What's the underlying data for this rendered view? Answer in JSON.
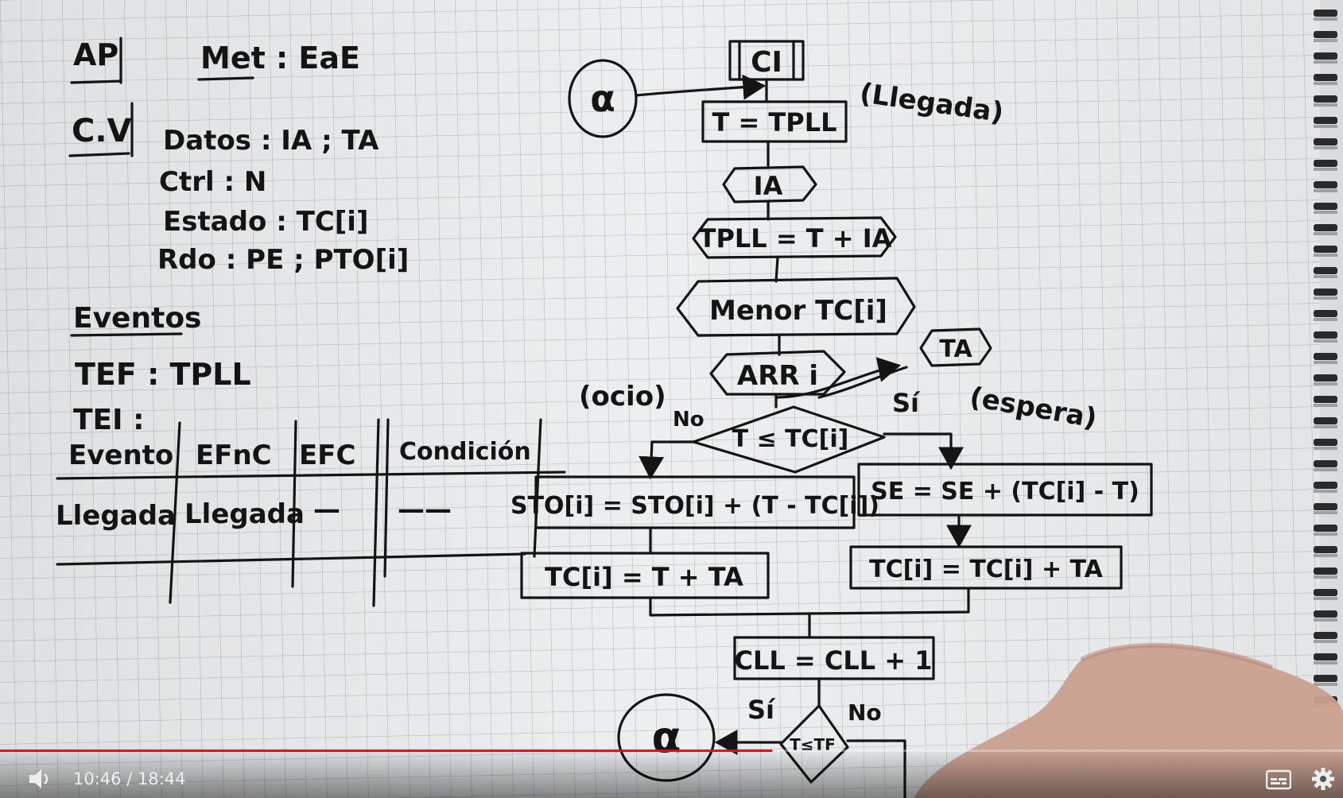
{
  "notes": {
    "header": {
      "ap": "AP",
      "met": "Met : EaE"
    },
    "cv": {
      "label": "C.V",
      "lines": [
        "Datos : IA ; TA",
        "Ctrl : N",
        "Estado : TC[i]",
        "Rdo : PE ; PTO[i]"
      ]
    },
    "eventos": {
      "label": "Eventos",
      "tef": "TEF : TPLL",
      "tei": "TEI :"
    },
    "event_table": {
      "headers": [
        "Evento",
        "EFnC",
        "EFC",
        "Condición"
      ],
      "rows": [
        [
          "Llegada",
          "Llegada",
          "—",
          "——"
        ]
      ]
    }
  },
  "flowchart": {
    "connector_top": "α",
    "start": "CI",
    "llegada_note": "(Llegada)",
    "assign_t": "T = TPLL",
    "gen_ia": "IA",
    "tpll": "TPLL = T + IA",
    "menor": "Menor TC[i]",
    "arr": "ARR i",
    "gen_ta": "TA",
    "ocio_note": "(ocio)",
    "espera_note": "(espera)",
    "no_label": "No",
    "si_label": "Sí",
    "decision": "T ≤ TC[i]",
    "sto": "STO[i] = STO[i] + (T - TC[i])",
    "se": "SE = SE + (TC[i] - T)",
    "tc_left": "TC[i] = T + TA",
    "tc_right": "TC[i] = TC[i] + TA",
    "cll": "CLL = CLL + 1",
    "tf_decision": "T≤TF",
    "si_bottom": "Sí",
    "no_bottom": "No",
    "connector_bottom": "α"
  },
  "player": {
    "current_time": "10:46",
    "duration": "18:44",
    "time_text": "10:46 / 18:44",
    "progress": 0.575,
    "progress_color": "#ff0000"
  }
}
